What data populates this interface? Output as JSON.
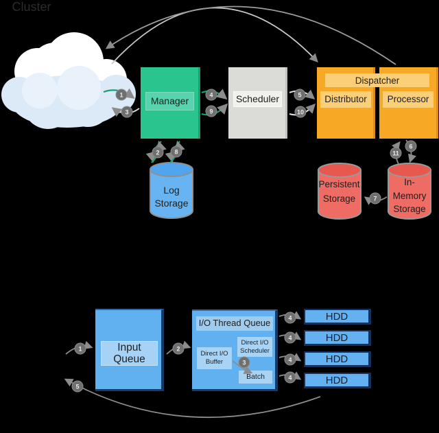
{
  "top_diagram": {
    "cluster": {
      "label": "Cluster"
    },
    "manager": {
      "label": "Manager"
    },
    "scheduler": {
      "label": "Scheduler"
    },
    "dispatcher": {
      "label": "Dispatcher"
    },
    "distributor": {
      "label": "Distributor"
    },
    "processor": {
      "label": "Processor"
    },
    "log_storage": {
      "label": "Log Storage"
    },
    "persistent_storage": {
      "label": "Persistent Storage"
    },
    "in_memory_storage": {
      "label": "In-Memory Storage"
    },
    "steps": [
      "1",
      "3",
      "4",
      "9",
      "5",
      "10",
      "2",
      "8",
      "6",
      "11",
      "7"
    ]
  },
  "bottom_diagram": {
    "input_queue": {
      "label": "Input Queue"
    },
    "io_thread_queue": {
      "label": "I/O Thread Queue"
    },
    "direct_io_buffer": {
      "label": "Direct I/O Buffer"
    },
    "direct_io_scheduler": {
      "label": "Direct I/O Scheduler"
    },
    "batch": {
      "label": "Batch"
    },
    "hdd_list": [
      "HDD",
      "HDD",
      "HDD",
      "HDD"
    ],
    "steps": [
      "1",
      "2",
      "3",
      "4",
      "4",
      "4",
      "4",
      "5"
    ]
  },
  "colors": {
    "manager_green": "#2AC48F",
    "manager_green_light": "#58D3AD",
    "scheduler_gray": "#DBDBD7",
    "scheduler_gray_light": "#F1F1ED",
    "orange": "#F7A825",
    "orange_light": "#FBCE78",
    "log_cylinder_blue": "#66B3F1",
    "storage_cylinder_red": "#EE6C64",
    "queue_blue": "#61B1F1",
    "queue_blue_light": "#A8D3F5",
    "navy_shadow": "#1A3A66",
    "arrow_green": "#18A077",
    "arrow_gray": "#8C8C8C",
    "badge_gray": "#6F6F6F",
    "cloud_blue": "#DCEAF7",
    "background": "#000000"
  }
}
